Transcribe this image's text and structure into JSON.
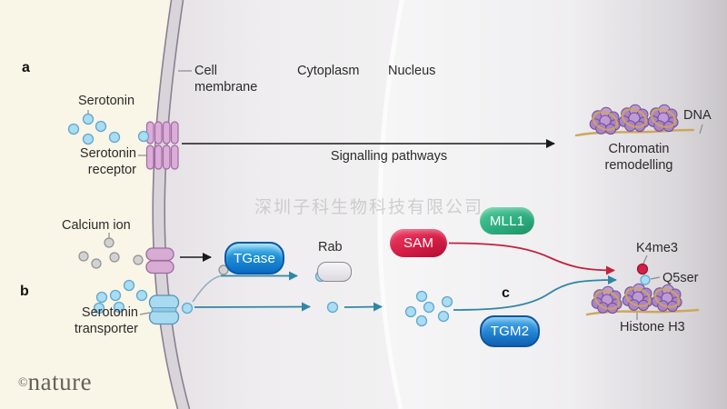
{
  "figure": {
    "panel_a_label": "a",
    "panel_b_label": "b",
    "panel_c_label": "c"
  },
  "labels": {
    "serotonin": "Serotonin",
    "serotonin_receptor": "Serotonin receptor",
    "cell_membrane": "Cell membrane",
    "cytoplasm": "Cytoplasm",
    "nucleus": "Nucleus",
    "signalling_pathways": "Signalling pathways",
    "dna": "DNA",
    "chromatin_remodelling": "Chromatin remodelling",
    "calcium_ion": "Calcium ion",
    "serotonin_transporter": "Serotonin transporter",
    "rab": "Rab",
    "k4me3": "K4me3",
    "q5ser": "Q5ser",
    "histone_h3": "Histone H3"
  },
  "molecules": {
    "tgase": "TGase",
    "sam": "SAM",
    "mll1": "MLL1",
    "tgm2": "TGM2"
  },
  "watermark": "深圳子科生物科技有限公司",
  "branding": {
    "copyright": "©",
    "name": "nature"
  },
  "colors": {
    "extracellular_bg": "#f9f5e7",
    "serotonin_dot": "#aadcf2",
    "calcium_dot": "#d2d2d2",
    "membrane_edge": "#8b7f94",
    "membrane_fill": "#d9d4d9",
    "receptor_pink": "#dcadd8",
    "channel_pink": "#d8abd4",
    "transporter_blue": "#a9daf0",
    "tgase_blue": "#1e8fd6",
    "tgm2_blue": "#1f7fd0",
    "sam_red": "#d41e46",
    "mll1_green": "#2bac7d",
    "rab_gray": "#e8e6ec",
    "teal_arrow": "#2f86a6",
    "red_arrow": "#c2223c",
    "black_arrow": "#1a1a1a",
    "nucleosome_purple": "#ab83c7",
    "dna_strand": "#cda55e"
  }
}
